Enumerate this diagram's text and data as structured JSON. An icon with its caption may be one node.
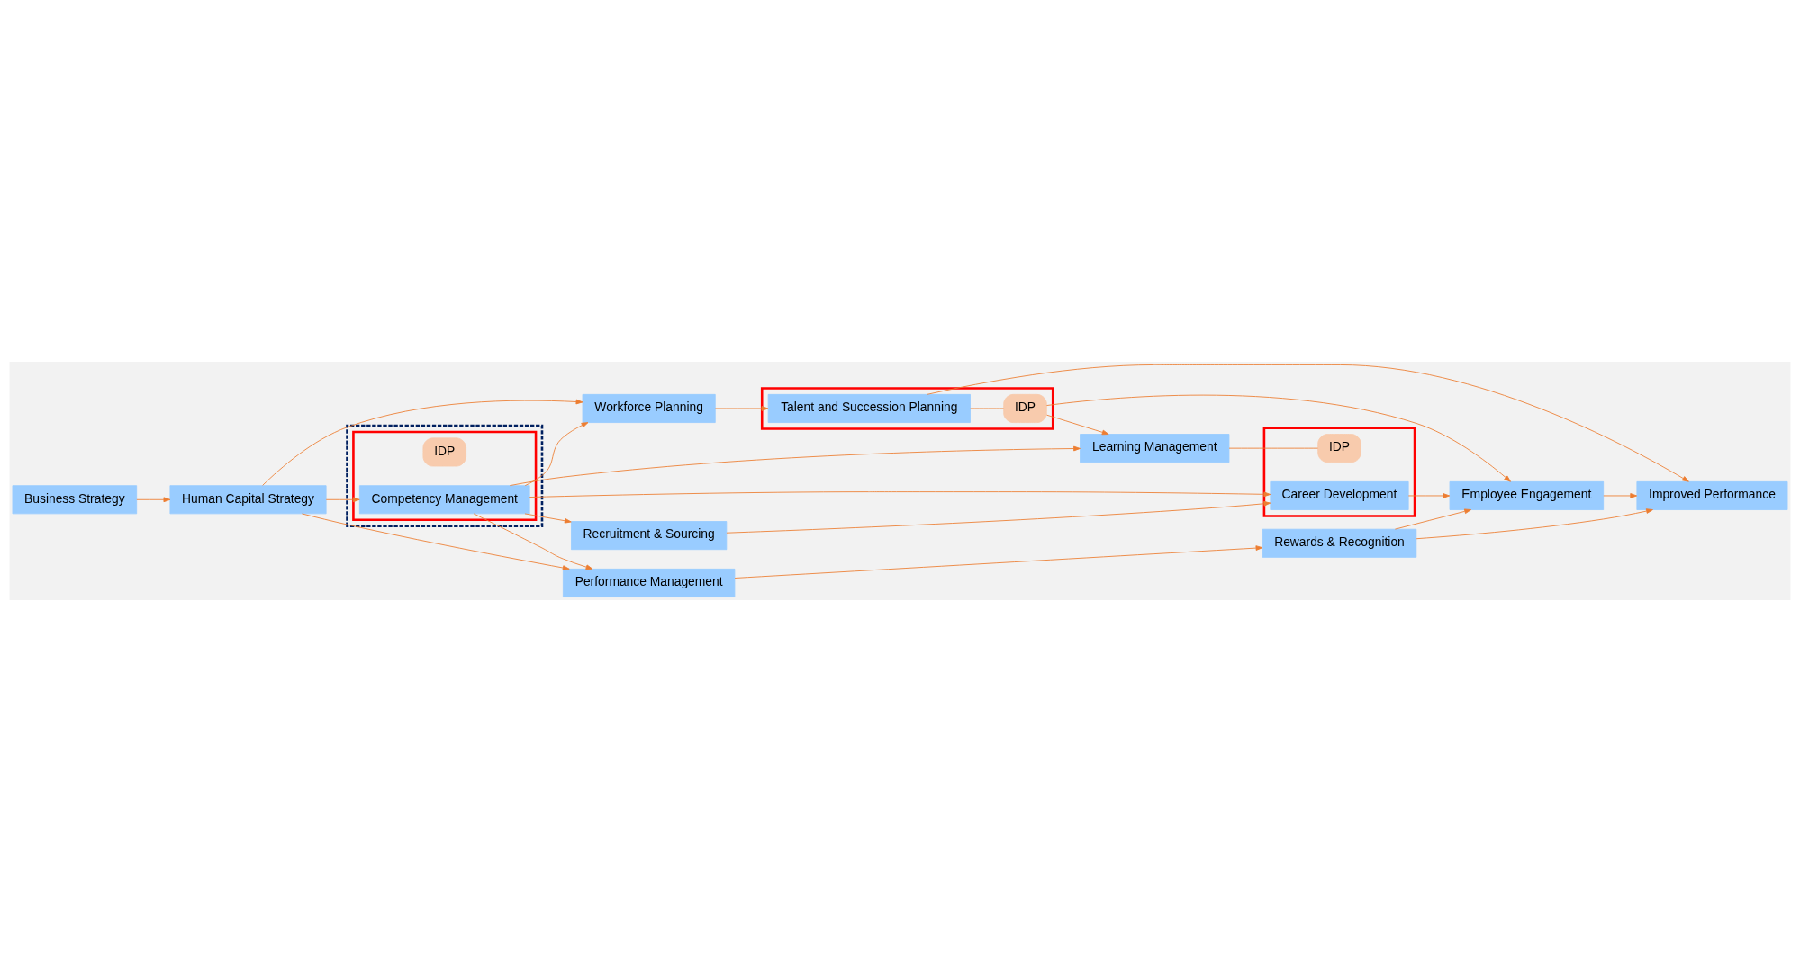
{
  "diagram": {
    "nodes": [
      {
        "text": [
          "Business Strategy"
        ]
      },
      {
        "text": [
          "Human Capital Strategy"
        ]
      },
      {
        "text": [
          "Workforce Planning"
        ]
      },
      {
        "text": [
          "Learning Management"
        ]
      },
      {
        "text": [],
        "shape": "box"
      },
      {
        "text": [
          "Talent and Succession Planning"
        ],
        "in": 4
      },
      {
        "text": [
          "IDP"
        ],
        "in": 4
      },
      {
        "text": [],
        "shape": "box"
      },
      {
        "text": [],
        "shape": "box",
        "in": 7
      },
      {
        "text": [
          "IDP"
        ],
        "in": 8
      },
      {
        "text": [
          "Competency Management"
        ],
        "in": 8
      },
      {
        "text": [],
        "shape": "box"
      },
      {
        "text": [
          "IDP"
        ],
        "in": 11
      },
      {
        "text": [
          "Career Development"
        ],
        "in": 11
      },
      {
        "text": [
          "Employee Engagement"
        ]
      },
      {
        "text": [
          "Improved Performance"
        ]
      },
      {
        "text": [
          "Recruitment & Sourcing"
        ]
      },
      {
        "text": [
          "Performance Management"
        ]
      },
      {
        "text": [
          "Rewards & Recognition"
        ]
      }
    ],
    "edges": [
      {
        "from": 0,
        "to": 1,
        "arrow": "to"
      },
      {
        "from": 1,
        "to": 2,
        "arrow": "to"
      },
      {
        "from": 1,
        "to": 10,
        "arrow": "to"
      },
      {
        "from": 1,
        "to": 17,
        "arrow": "to"
      },
      {
        "from": 10,
        "to": 2,
        "arrow": "to"
      },
      {
        "from": 10,
        "to": 3,
        "arrow": "to"
      },
      {
        "from": 10,
        "to": 16,
        "arrow": "to"
      },
      {
        "from": 10,
        "to": 17,
        "arrow": "to"
      },
      {
        "from": 10,
        "to": 13,
        "arrow": "to"
      },
      {
        "from": 2,
        "to": 5,
        "arrow": "to"
      },
      {
        "from": 5,
        "to": 6,
        "arrow": "none"
      },
      {
        "from": 6,
        "to": 3,
        "arrow": "to"
      },
      {
        "from": 6,
        "to": 14,
        "arrow": "to"
      },
      {
        "from": 5,
        "to": 15,
        "arrow": "to"
      },
      {
        "from": 3,
        "to": 12,
        "arrow": "none"
      },
      {
        "from": 16,
        "to": 13,
        "arrow": "to"
      },
      {
        "from": 13,
        "to": 14,
        "arrow": "to"
      },
      {
        "from": 14,
        "to": 15,
        "arrow": "to"
      },
      {
        "from": 17,
        "to": 18,
        "arrow": "to"
      },
      {
        "from": 18,
        "to": 14,
        "arrow": "to"
      },
      {
        "from": 18,
        "to": 15,
        "arrow": "to"
      }
    ]
  }
}
